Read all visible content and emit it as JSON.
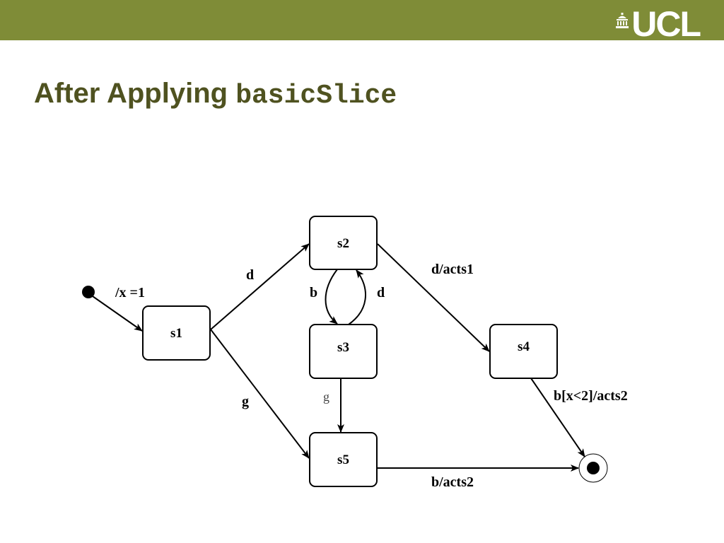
{
  "header": {
    "logo_text": "UCL",
    "bar_color": "#7f8c37",
    "logo_icon": "portico-icon"
  },
  "slide": {
    "title_prefix": "After Applying",
    "title_code": "basicSlice",
    "title_color": "#4f5220"
  },
  "diagram": {
    "states": {
      "s1": "s1",
      "s2": "s2",
      "s3": "s3",
      "s4": "s4",
      "s5": "s5"
    },
    "transitions": {
      "init": "/x =1",
      "s1_s2": "d",
      "s1_s5": "g",
      "s2_s3": "b",
      "s3_s2": "d",
      "s2_s4": "d/acts1",
      "s3_s5": "g",
      "s4_final": "b[x<2]/acts2",
      "s5_final": "b/acts2"
    }
  }
}
